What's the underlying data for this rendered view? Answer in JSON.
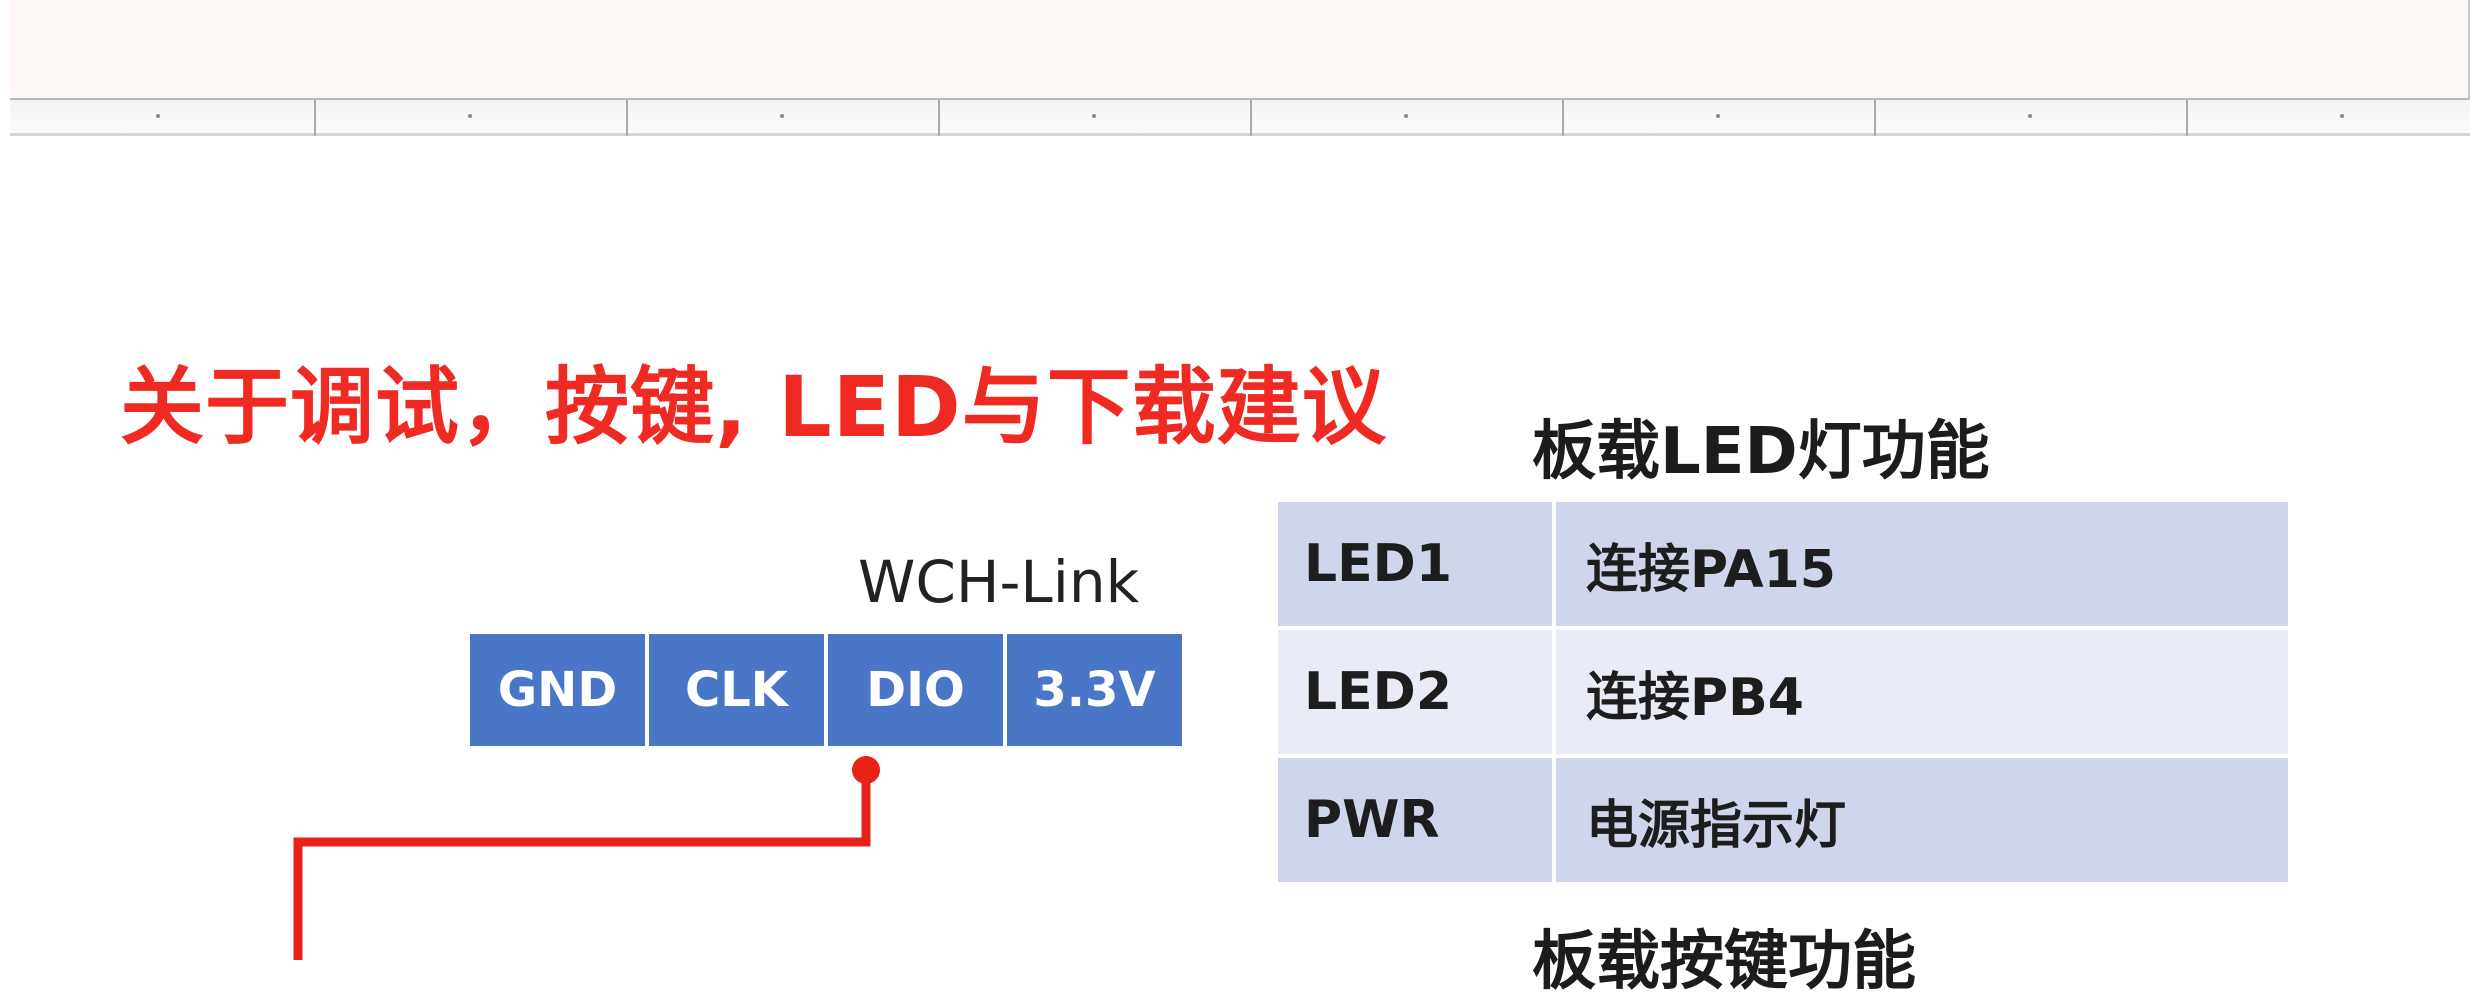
{
  "slide": {
    "title": "关于调试，按键, LED与下载建议"
  },
  "debugger": {
    "label": "WCH-Link",
    "pins": [
      "GND",
      "CLK",
      "DIO",
      "3.3V"
    ]
  },
  "led_section": {
    "heading": "板载LED灯功能",
    "rows": [
      {
        "name": "LED1",
        "function": "连接PA15"
      },
      {
        "name": "LED2",
        "function": "连接PB4"
      },
      {
        "name": "PWR",
        "function": "电源指示灯"
      }
    ]
  },
  "key_section": {
    "heading": "板载按键功能"
  },
  "colors": {
    "title_red": "#ef2a22",
    "pin_blue": "#4a76c8",
    "wire_red": "#e8221b",
    "row_dark": "#cfd6ec",
    "row_light": "#e9ecf6"
  }
}
